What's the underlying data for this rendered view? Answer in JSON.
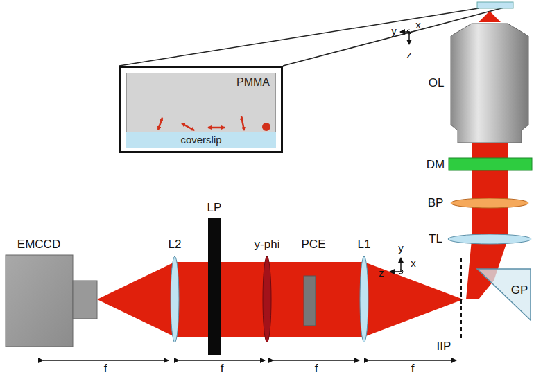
{
  "diagram": {
    "nodes": [
      {
        "text": []
      },
      {
        "text": [
          "PMMA"
        ],
        "in": 0
      },
      {
        "text": [
          "coverslip"
        ],
        "in": 0
      }
    ],
    "labels": [
      "y",
      "x",
      "z",
      "OL",
      "DM",
      "BP",
      "TL",
      "EMCCD",
      "L2",
      "LP",
      "y-phi",
      "PCE",
      "L1",
      "y",
      "z",
      "x",
      "IIP",
      "GP",
      "f",
      "f",
      "f",
      "f"
    ]
  }
}
